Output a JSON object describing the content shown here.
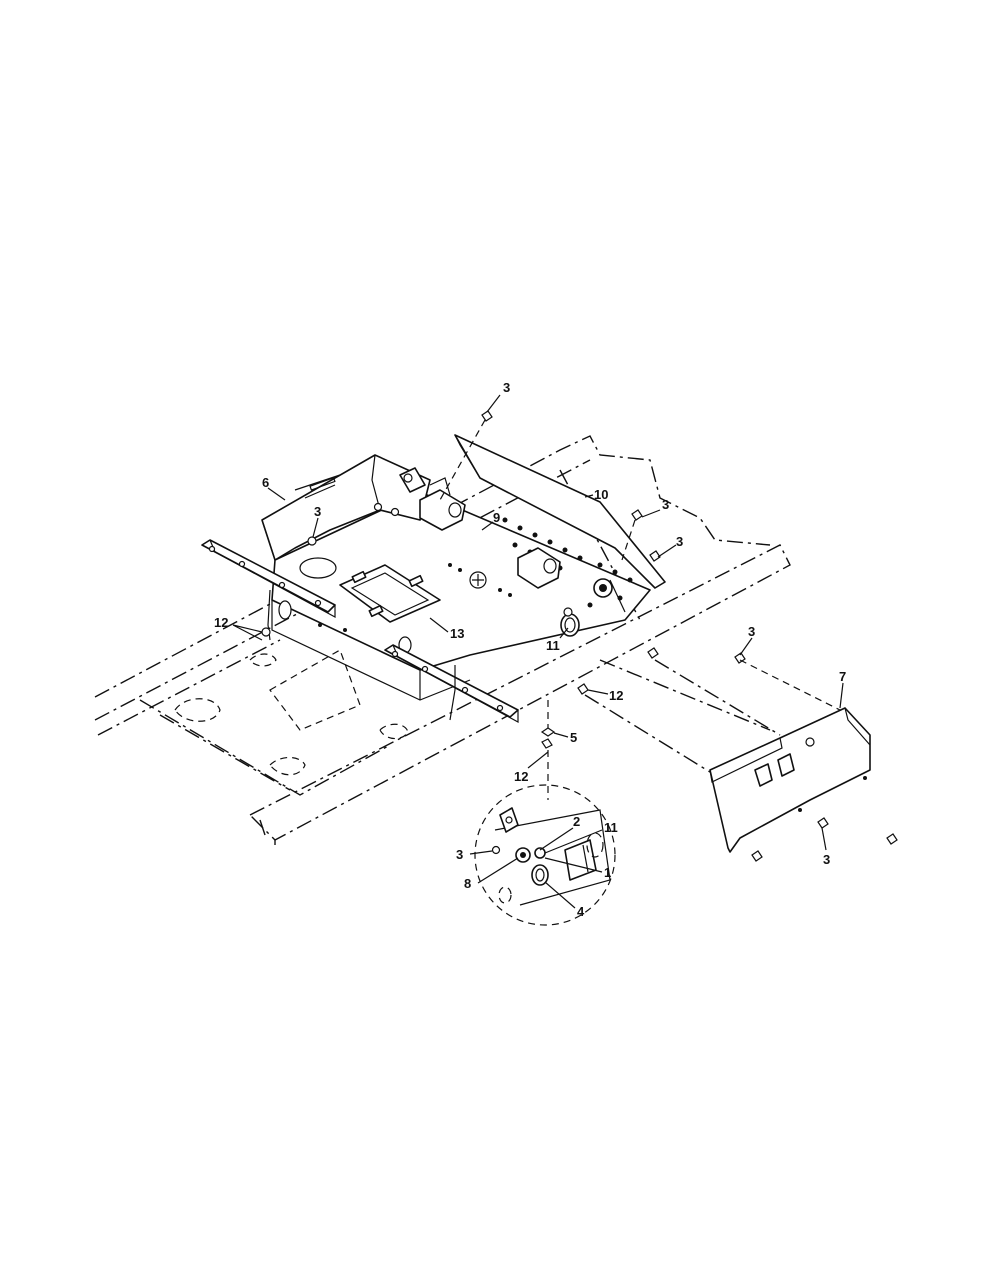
{
  "callouts": {
    "c3_top": "3",
    "c6": "6",
    "c3_left": "3",
    "c10": "10",
    "c3_r1": "3",
    "c3_r2": "3",
    "c9": "9",
    "c12_left": "12",
    "c13": "13",
    "c11_mid": "11",
    "c3_far": "3",
    "c7": "7",
    "c12_mid": "12",
    "c5": "5",
    "c12_low": "12",
    "c2": "2",
    "c11_det": "11",
    "c1": "1",
    "c3_det": "3",
    "c8": "8",
    "c4": "4",
    "c3_bottom": "3"
  },
  "colors": {
    "line": "#111111",
    "background": "#ffffff"
  }
}
